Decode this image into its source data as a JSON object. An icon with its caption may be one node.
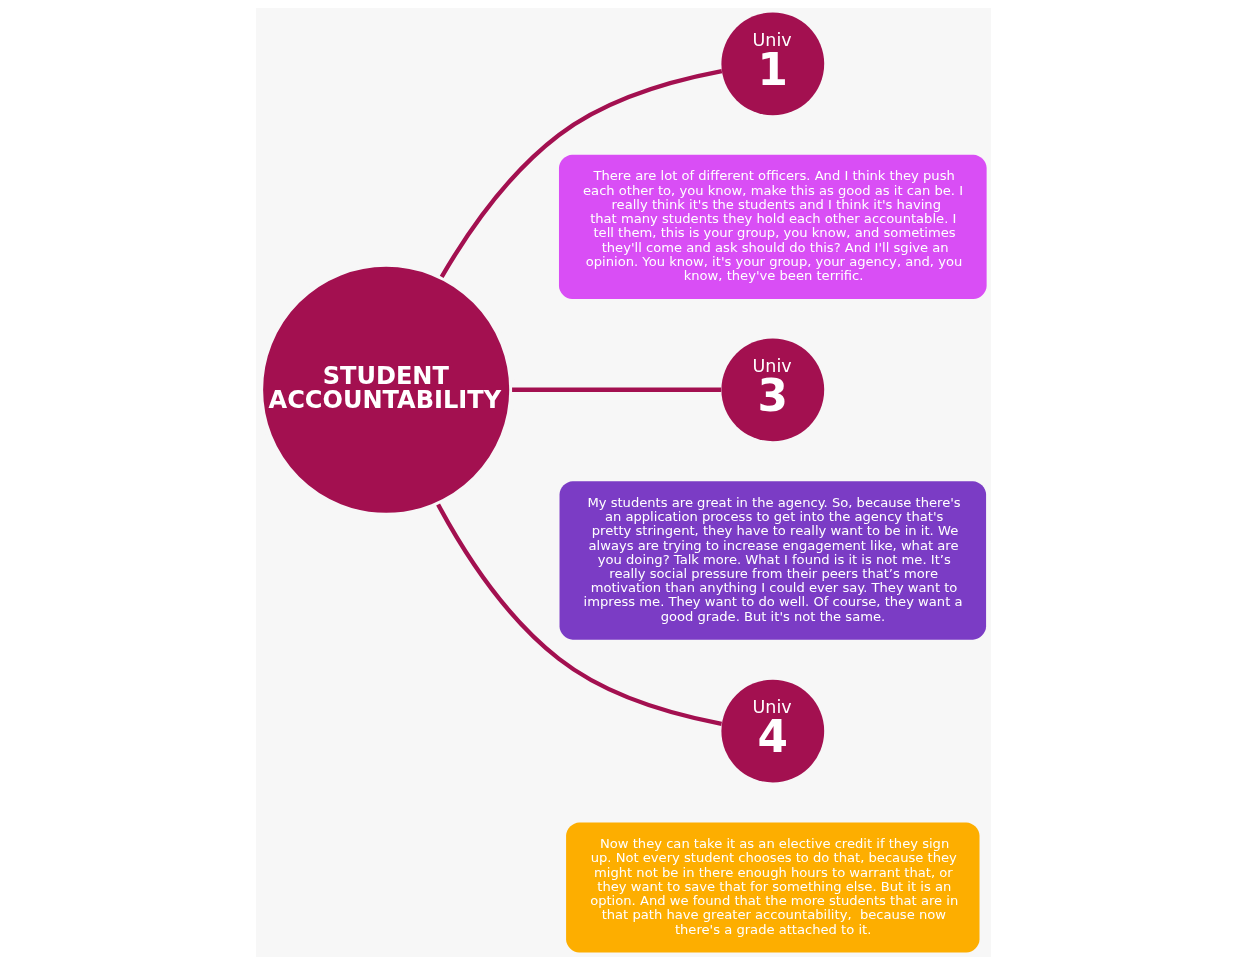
{
  "diagram": {
    "nodes": [
      {
        "text": [
          "STUDENT ACCOUNTABILITY"
        ]
      },
      {
        "text": [
          "Univ",
          "1"
        ]
      },
      {
        "text": [
          "There are lot of different officers. And I think they push each other to, you know, make this as good as it can be. I really think it's the students and I think it's having that many students they hold each other accountable. I tell them, this is your group, you know, and sometimes they'll come and ask should do this? And I'll sgive an opinion. You know, it's your group, your agency, and, you know, they've been terrific."
        ]
      },
      {
        "text": [
          "Univ",
          "3"
        ]
      },
      {
        "text": [
          "My students are great in the agency. So, because there's an application process to get into the agency that's pretty stringent, they have to really want to be in it. We always are trying to increase engagement like, what are you doing? Talk more. What I found is it is not me. It’s really social pressure from their peers that’s more motivation than anything I could ever say. They want to impress me. They want to do well. Of course, they want a good grade. But it's not the same."
        ]
      },
      {
        "text": [
          "Univ",
          "4"
        ]
      },
      {
        "text": [
          "Now they can take it as an elective credit if they sign up. Not every student chooses to do that, because they might not be in there enough hours to warrant that, or they want to save that for something else. But it is an option. And we found that the more students that are in that path have greater accountability,  because now there's a grade attached to it."
        ]
      }
    ],
    "edges": [
      {
        "from": 0,
        "to": 1,
        "arrow": "none"
      },
      {
        "from": 0,
        "to": 3,
        "arrow": "none"
      },
      {
        "from": 0,
        "to": 5,
        "arrow": "none"
      }
    ]
  }
}
